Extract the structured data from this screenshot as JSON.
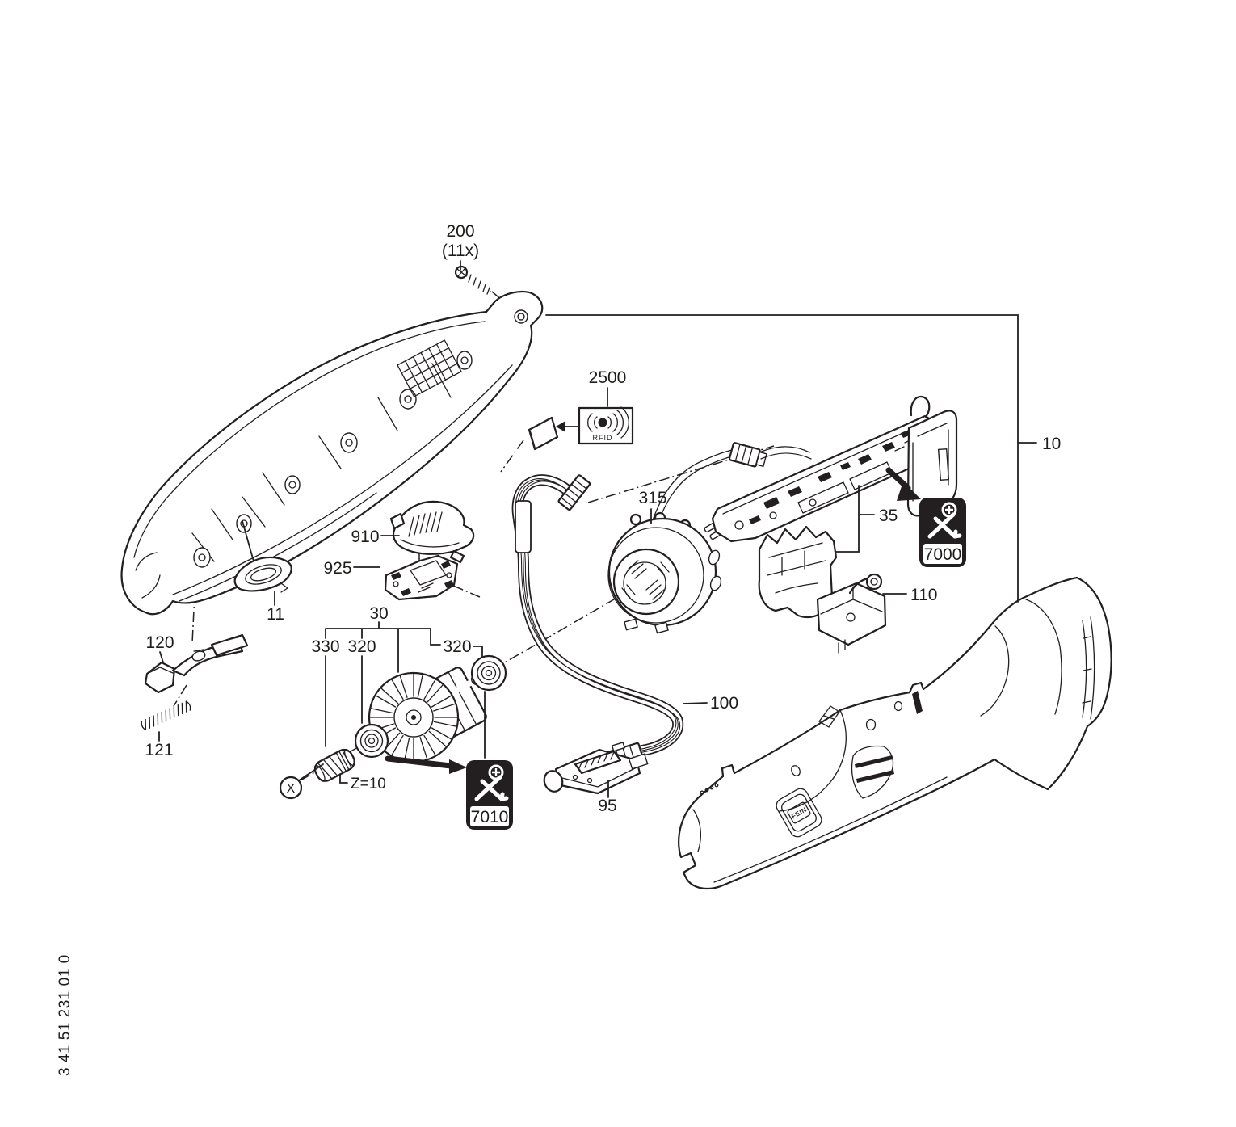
{
  "page": {
    "background": "#ffffff",
    "ink": "#231f20",
    "doc_code": "3 41 51 231 01 0"
  },
  "badges": {
    "electronics": "7000",
    "rotor": "7010"
  },
  "rfid": {
    "callout": "2500",
    "chip_text": "RFID"
  },
  "callouts": {
    "screw": "200",
    "screw_qty": "(11x)",
    "assembly": "10",
    "stator": "315",
    "electronics_set": "35",
    "holder": "110",
    "switch_cover": "910",
    "pcb": "925",
    "button": "11",
    "lever": "120",
    "spring": "121",
    "rotor_set": "30",
    "pinion": "330",
    "bearing_front": "320",
    "bearing_rear": "320",
    "cable": "100",
    "switch": "95",
    "gear_teeth": "Z=10",
    "variant_marker": "X"
  },
  "branding": {
    "logo": "FEIN"
  }
}
